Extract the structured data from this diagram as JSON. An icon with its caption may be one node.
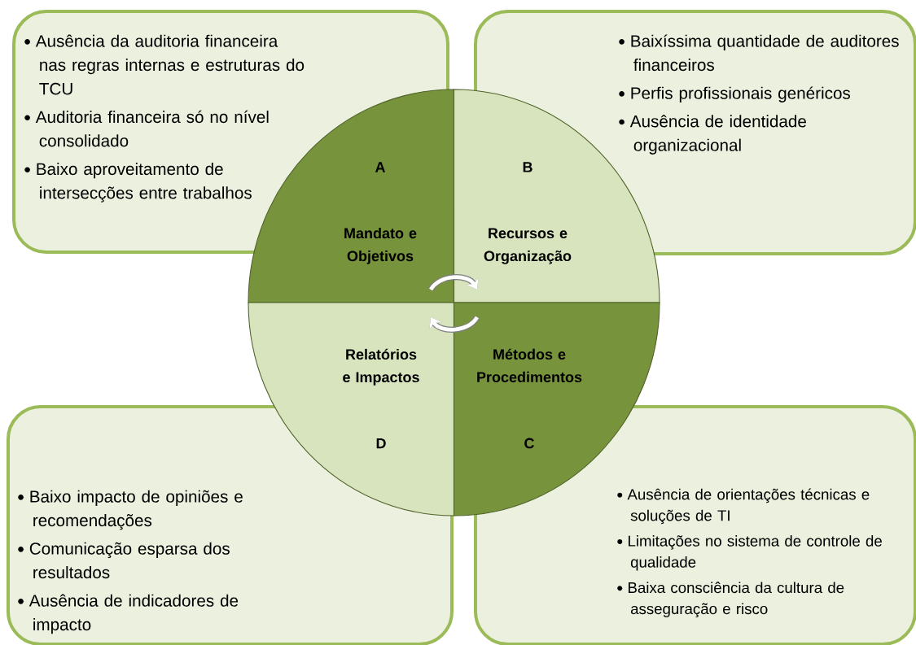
{
  "diagram": {
    "nodes": [
      {
        "text": [
          "Ausência da auditoria financeira nas regras internas e estruturas do TCU",
          "Auditoria financeira só no nível consolidado",
          "Baixo aproveitamento de intersecções entre trabalhos"
        ]
      },
      {
        "text": [
          "Baixíssima quantidade de auditores financeiros",
          "Perfis profissionais genéricos",
          "Ausência de identidade organizacional"
        ]
      },
      {
        "text": [
          "Baixo impacto de opiniões e recomendações",
          "Comunicação esparsa dos resultados",
          "Ausência de indicadores de impacto"
        ]
      },
      {
        "text": [
          "Ausência de orientações técnicas e soluções de TI",
          "Limitações no sistema de controle de qualidade",
          "Baixa consciência da cultura de asseguração e risco"
        ]
      },
      {
        "text": [
          "A",
          "Mandato e Objetivos"
        ]
      },
      {
        "text": [
          "B",
          "Recursos e Organização"
        ]
      },
      {
        "text": [
          "Relatórios e Impactos",
          "D"
        ]
      },
      {
        "text": [
          "Métodos e Procedimentos",
          "C"
        ]
      }
    ],
    "edges": [
      {
        "from": 4,
        "to": 5,
        "arrow": "to"
      },
      {
        "from": 7,
        "to": 6,
        "arrow": "to"
      }
    ]
  }
}
